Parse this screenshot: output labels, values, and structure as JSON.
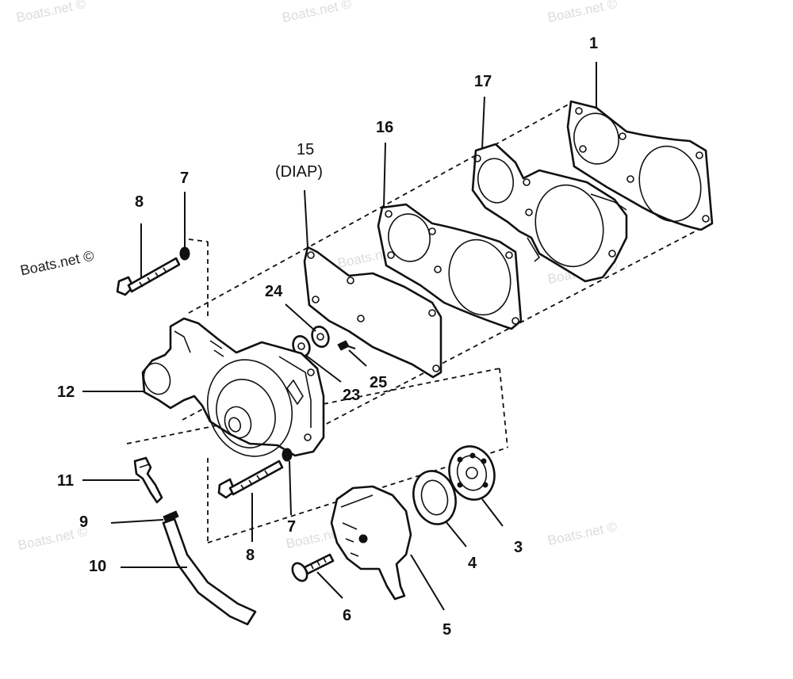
{
  "watermarks": [
    "Boats.net ©",
    "Boats.net ©",
    "Boats.net ©",
    "Boats.net ©",
    "Boats.net ©",
    "Boats.net ©",
    "Boats.net ©",
    "Boats.net ©",
    "Boats.net ©"
  ],
  "callouts": {
    "c1": "1",
    "c17": "17",
    "c16": "16",
    "c15": "15",
    "c15note": "(DIAP)",
    "c24": "24",
    "c23": "23",
    "c25": "25",
    "c12": "12",
    "c7a": "7",
    "c8a": "8",
    "c11": "11",
    "c9": "9",
    "c10": "10",
    "c8b": "8",
    "c7b": "7",
    "c6": "6",
    "c5": "5",
    "c4": "4",
    "c3": "3"
  }
}
